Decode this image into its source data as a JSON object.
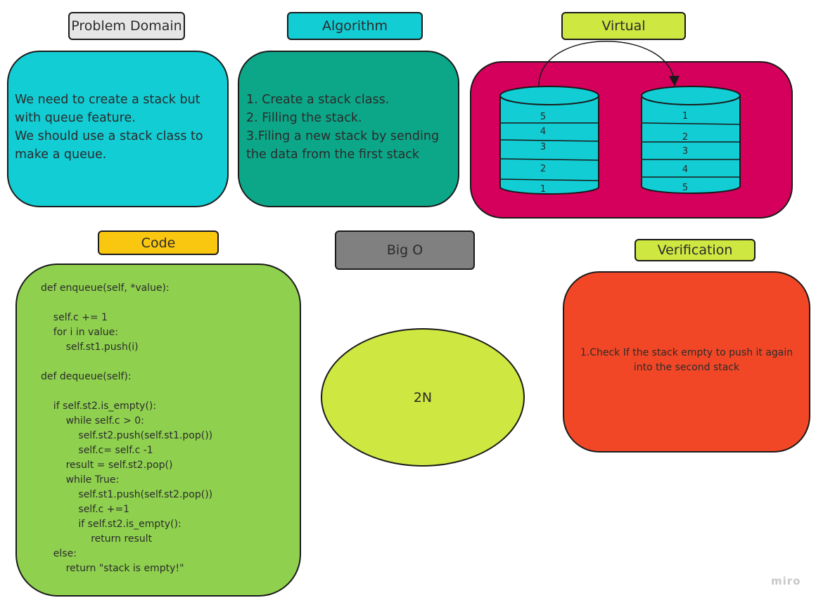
{
  "labels": {
    "problem_domain": "Problem Domain",
    "algorithm": "Algorithm",
    "virtual": "Virtual",
    "code": "Code",
    "big_o": "Big O",
    "verification": "Verification"
  },
  "problem_domain_text": "We need to create a stack but with queue feature.\nWe should use a stack class to make a queue.",
  "algorithm_text": "1. Create a stack class.\n2. Filling the stack.\n3.Filing a new stack by sending the data from the first stack",
  "stack1": [
    "5",
    "4",
    "3",
    "2",
    "1"
  ],
  "stack2": [
    "1",
    "2",
    "3",
    "4",
    "5"
  ],
  "code_text": "def enqueue(self, *value):\n\n    self.c += 1\n    for i in value:\n        self.st1.push(i)\n\ndef dequeue(self):\n\n    if self.st2.is_empty():\n        while self.c > 0:\n            self.st2.push(self.st1.pop())\n            self.c= self.c -1\n        result = self.st2.pop()\n        while True:\n            self.st1.push(self.st2.pop())\n            self.c +=1\n            if self.st2.is_empty():\n                return result\n    else:\n        return \"stack is empty!\"",
  "big_o_value": "2N",
  "verification_text": "1.Check If the stack empty to push it again into the second stack",
  "watermark": "miro",
  "colors": {
    "problem_label": "#e6e6e6",
    "cyan": "#12cdd4",
    "teal": "#0ca789",
    "lime": "#cee741",
    "magenta": "#d5005b",
    "orange_label": "#fac710",
    "green": "#8fd14f",
    "grey": "#808080",
    "red": "#f24726"
  }
}
